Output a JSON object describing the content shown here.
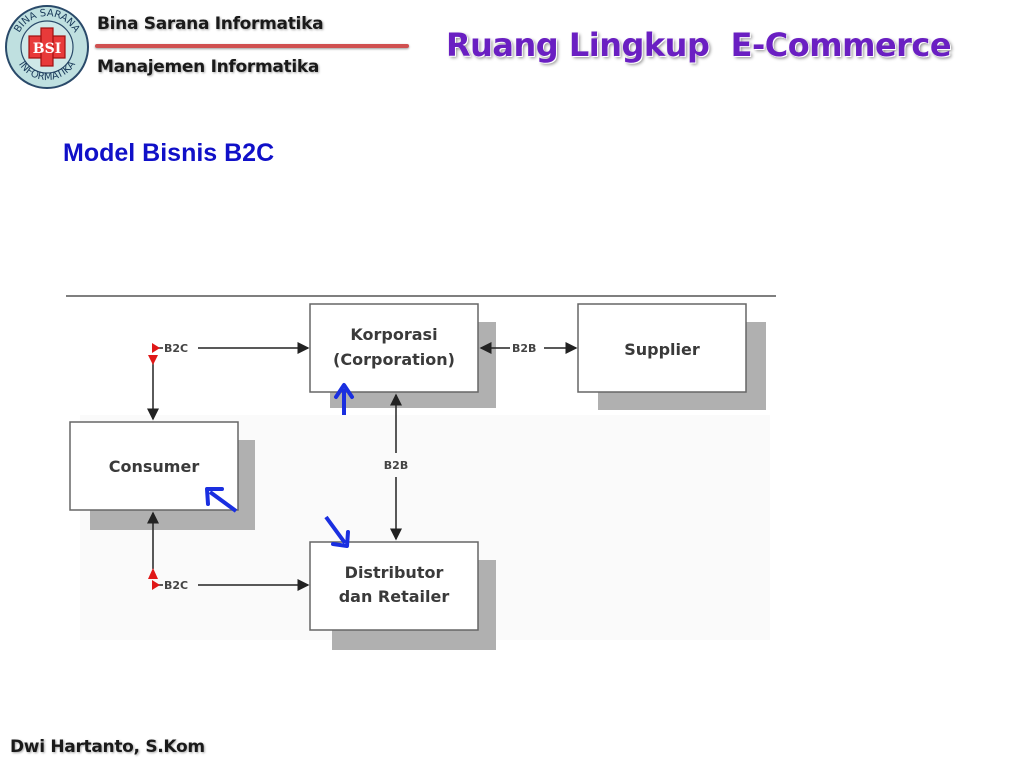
{
  "header": {
    "logo": {
      "top_text": "BINA SARANA",
      "bottom_text": "INFORMATIKA",
      "emblem": "BSI"
    },
    "org_name": "Bina Sarana Informatika",
    "department": "Manajemen Informatika",
    "title": "Ruang Lingkup  E-Commerce"
  },
  "slide": {
    "subtitle": "Model Bisnis B2C"
  },
  "diagram": {
    "nodes": {
      "corporation": {
        "line1": "Korporasi",
        "line2": "(Corporation)"
      },
      "supplier": {
        "line1": "Supplier"
      },
      "consumer": {
        "line1": "Consumer"
      },
      "distributor": {
        "line1": "Distributor",
        "line2": "dan Retailer"
      }
    },
    "edges": {
      "consumer_corporation": "B2C",
      "corporation_supplier": "B2B",
      "corporation_distributor": "B2B",
      "consumer_distributor": "B2C"
    },
    "colors": {
      "highlight_arrow": "#1a2fe0",
      "marker_arrow": "#e01818",
      "box_shadow": "#b0b0b0"
    }
  },
  "footer": {
    "author": "Dwi Hartanto, S.Kom"
  }
}
